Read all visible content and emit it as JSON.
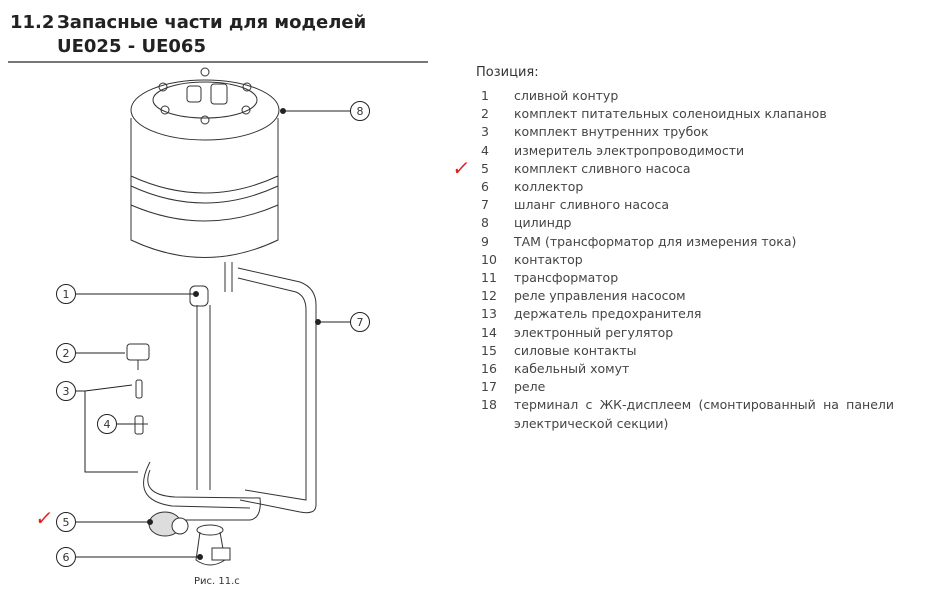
{
  "header": {
    "section_number": "11.2",
    "title_line1": "Запасные части для моделей",
    "title_line2": "UE025 - UE065"
  },
  "legend": {
    "heading": "Позиция:",
    "items": [
      {
        "num": "1",
        "text": "сливной контур"
      },
      {
        "num": "2",
        "text": "комплект питательных соленоидных клапанов"
      },
      {
        "num": "3",
        "text": "комплект внутренних трубок"
      },
      {
        "num": "4",
        "text": "измеритель электропроводимости"
      },
      {
        "num": "5",
        "text": "комплект сливного насоса"
      },
      {
        "num": "6",
        "text": "коллектор"
      },
      {
        "num": "7",
        "text": "шланг сливного насоса"
      },
      {
        "num": "8",
        "text": "цилиндр"
      },
      {
        "num": "9",
        "text": "ТАМ (трансформатор для измерения тока)"
      },
      {
        "num": "10",
        "text": "контактор"
      },
      {
        "num": "11",
        "text": "трансформатор"
      },
      {
        "num": "12",
        "text": "реле управления насосом"
      },
      {
        "num": "13",
        "text": "держатель предохранителя"
      },
      {
        "num": "14",
        "text": "электронный регулятор"
      },
      {
        "num": "15",
        "text": "силовые контакты"
      },
      {
        "num": "16",
        "text": "кабельный хомут"
      },
      {
        "num": "17",
        "text": "реле"
      },
      {
        "num": "18",
        "text": "терминал с ЖК-дисплеем (смонтированный на панели электрической секции)"
      }
    ]
  },
  "annotations": {
    "check_mark": "✓",
    "check_color": "#e02020"
  },
  "figure": {
    "caption": "Рис. 11.c",
    "callouts": [
      "1",
      "2",
      "3",
      "4",
      "5",
      "6",
      "7",
      "8"
    ]
  }
}
